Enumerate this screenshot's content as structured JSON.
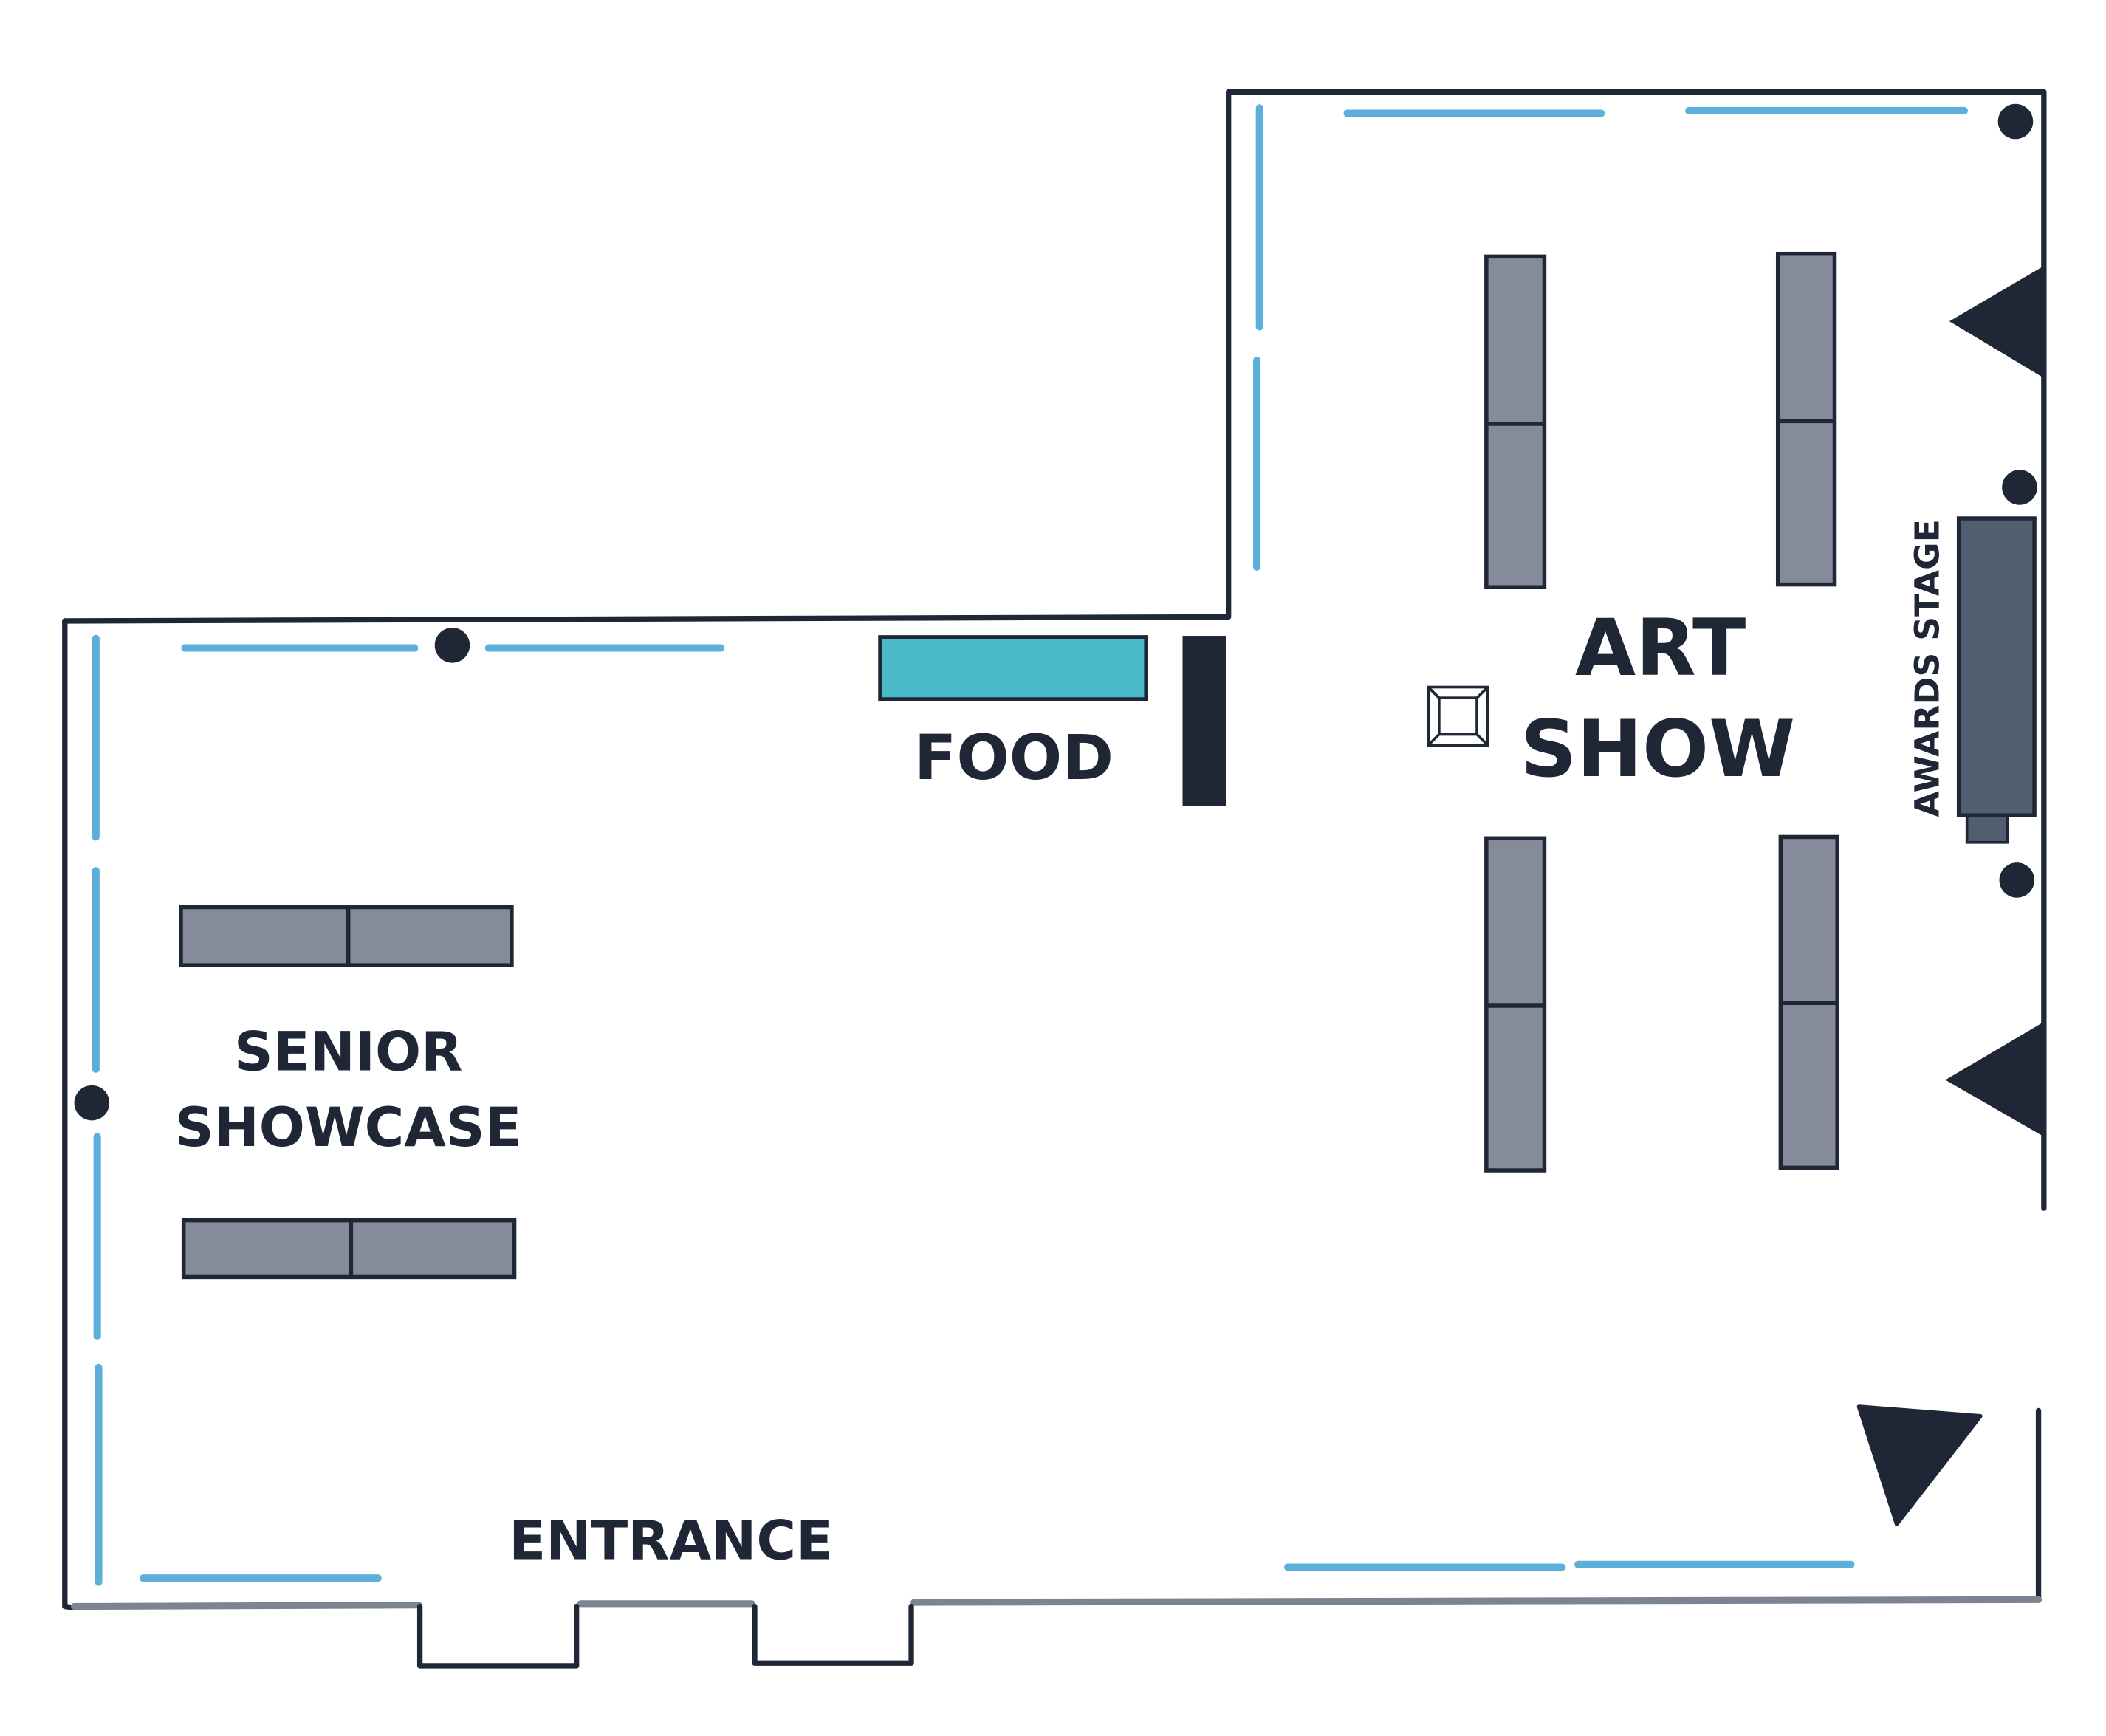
{
  "labels": {
    "food": "FOOD",
    "art_show_line1": "ART",
    "art_show_line2": "SHOW",
    "senior_showcase_line1": "SENIOR",
    "senior_showcase_line2": "SHOWCASE",
    "entrance": "ENTRANCE",
    "awards_stage": "AWARDS STAGE"
  },
  "colors": {
    "wall": "#1f2636",
    "window": "#5bafd9",
    "table": "#858b9b",
    "food_table": "#4ab9c9",
    "stage": "#525d6f",
    "floor_edge": "#7c8391"
  }
}
